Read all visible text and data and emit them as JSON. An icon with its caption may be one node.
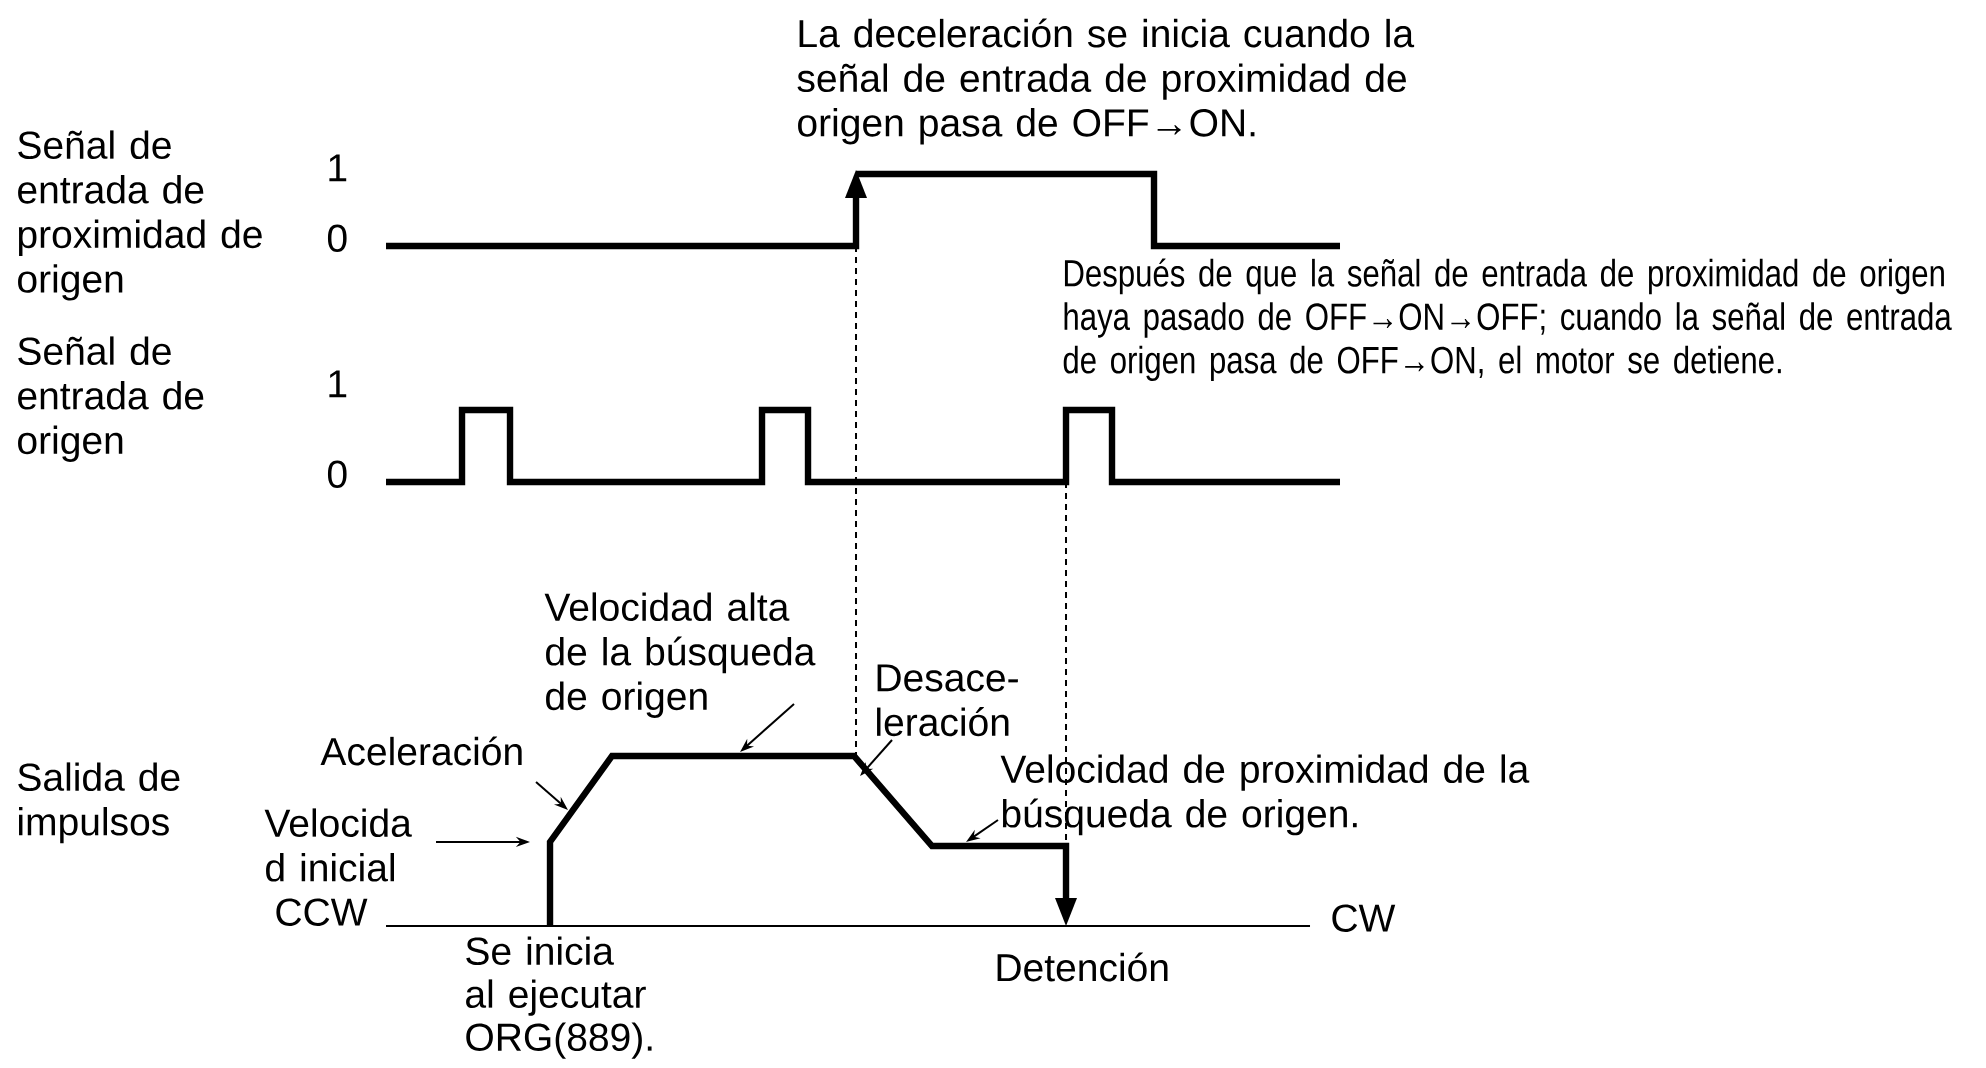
{
  "diagram": {
    "nodes": [
      {
        "text": [
          "Velocida d inicial"
        ]
      },
      {
        "text": [
          "Aceleración"
        ]
      },
      {
        "text": [
          "Velocidad alta de la búsqueda de origen"
        ]
      },
      {
        "text": [
          "Desace- leración"
        ]
      },
      {
        "text": [
          "Velocidad de proximidad de la búsqueda de origen."
        ]
      }
    ],
    "edges": [
      {
        "from": 0,
        "to": null,
        "arrow": "to"
      },
      {
        "from": 1,
        "to": null,
        "arrow": "to"
      },
      {
        "from": 2,
        "to": null,
        "arrow": "to"
      },
      {
        "from": 3,
        "to": null,
        "arrow": "to"
      },
      {
        "from": 4,
        "to": null,
        "arrow": "to"
      }
    ],
    "labels": [
      "La deceleración se inicia cuando la señal de entrada de proximidad de origen pasa de OFF→ON.",
      "Señal de entrada de proximidad de origen",
      "1",
      "0",
      "Después de que la señal de entrada de proximidad de origen haya pasado de OFF→ON→OFF; cuando la señal de entrada de origen pasa de OFF→ON, el motor se detiene.",
      "Señal de entrada de origen",
      "1",
      "0",
      "Salida de impulsos",
      "CCW",
      "CW",
      "Se inicia al ejecutar ORG(889).",
      "Detención"
    ]
  }
}
